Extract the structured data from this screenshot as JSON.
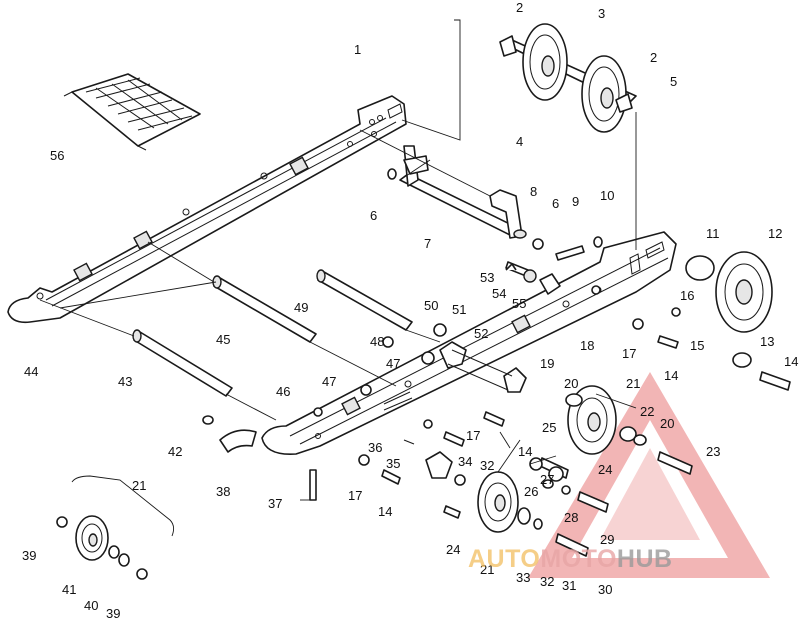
{
  "callouts": [
    "1",
    "2",
    "2",
    "3",
    "4",
    "5",
    "6",
    "6",
    "7",
    "8",
    "9",
    "10",
    "11",
    "12",
    "13",
    "14",
    "14",
    "14",
    "14",
    "15",
    "16",
    "17",
    "17",
    "17",
    "18",
    "19",
    "20",
    "20",
    "21",
    "21",
    "21",
    "22",
    "23",
    "24",
    "24",
    "25",
    "26",
    "27",
    "28",
    "29",
    "30",
    "31",
    "32",
    "32",
    "33",
    "34",
    "35",
    "36",
    "37",
    "38",
    "39",
    "39",
    "40",
    "41",
    "42",
    "43",
    "44",
    "45",
    "46",
    "47",
    "47",
    "48",
    "49",
    "50",
    "51",
    "52",
    "53",
    "54",
    "55",
    "56"
  ],
  "watermark": {
    "part1": "AUTO",
    "part2": "MOTO",
    "part3": "HUB",
    "color_auto": "#f3c26a",
    "color_moto": "#e8a6a6",
    "color_hub": "#9a9a9a",
    "triangle_color": "#e87a7a"
  }
}
